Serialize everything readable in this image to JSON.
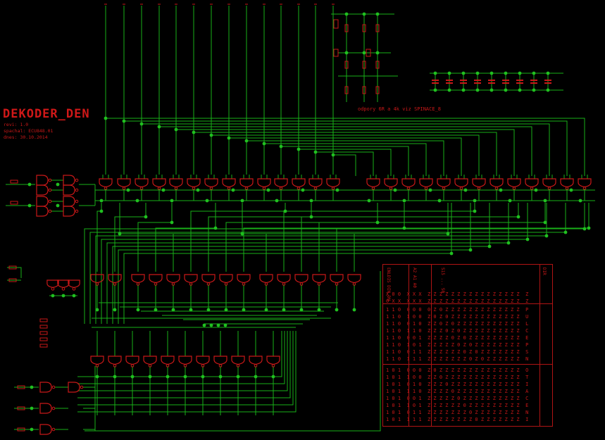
{
  "title": "DEKODER_DEN",
  "meta": {
    "revize": "revi: 1.0",
    "author": "spachal: ECU848.01",
    "date": "dnes: 30.10.2014"
  },
  "note": "odpory 6R a 4k viz SPINACE_8",
  "colors": {
    "wire": "#18b018",
    "part": "#c81818",
    "pin": "#20c020",
    "background": "#000000"
  },
  "truth_table": {
    "header_groups": [
      "ENLDIS DIN DN",
      "A2 A1 A0",
      "S15 ... S0",
      "DIR"
    ],
    "rows_enable": [
      "X 0 0  X X X  Z Z Z Z Z Z Z Z Z Z Z Z Z Z Z Z  Z",
      "0 X X  X X X  Z Z Z Z Z Z Z Z Z Z Z Z Z Z Z Z  Z"
    ],
    "rows_up": [
      "1 1 0  0 0 0  0 Z 0 Z Z Z Z Z Z Z Z Z Z Z Z Z  P",
      "1 1 0  1 0 0  Z 0 Z 0 Z Z Z Z Z Z Z Z Z Z Z Z  U",
      "1 1 0  0 1 0  Z Z 0 Z 0 Z Z Z Z Z Z Z Z Z Z Z  L",
      "1 1 0  1 1 0  Z Z Z 0 Z 0 Z Z Z Z Z Z Z Z Z Z  C",
      "1 1 0  0 0 1  Z Z Z Z 0 Z 0 Z Z Z Z Z Z Z Z Z  E",
      "1 1 0  1 0 1  Z Z Z Z Z 0 Z 0 Z Z Z Z Z Z Z Z  P",
      "1 1 0  0 1 1  Z Z Z Z Z Z 0 Z 0 Z Z Z Z Z Z Z  S",
      "1 1 0  1 1 1  Z Z Z Z Z Z Z 0 Z 0 Z Z Z Z Z Z  N"
    ],
    "rows_down": [
      "1 0 1  0 0 0  Z 0 Z Z Z Z Z Z Z Z Z Z Z Z Z Z  O",
      "1 0 1  1 0 0  Z Z 0 Z Z Z Z Z Z Z Z Z Z Z Z Z  T",
      "1 0 1  0 1 0  Z Z Z 0 Z Z Z Z Z Z Z Z Z Z Z Z  I",
      "1 0 1  1 1 0  Z Z Z Z 0 Z Z Z Z Z Z Z Z Z Z Z  A",
      "1 0 1  0 0 1  Z Z Z Z Z 0 Z Z Z Z Z Z Z Z Z Z  C",
      "1 0 1  1 0 1  Z Z Z Z Z Z 0 Z Z Z Z Z Z Z Z Z  E",
      "1 0 1  0 1 1  Z Z Z Z Z Z Z 0 Z Z Z Z Z Z Z Z  N",
      "1 0 1  1 1 1  Z Z Z Z Z Z Z Z 0 Z Z Z Z Z Z Z  I"
    ]
  }
}
